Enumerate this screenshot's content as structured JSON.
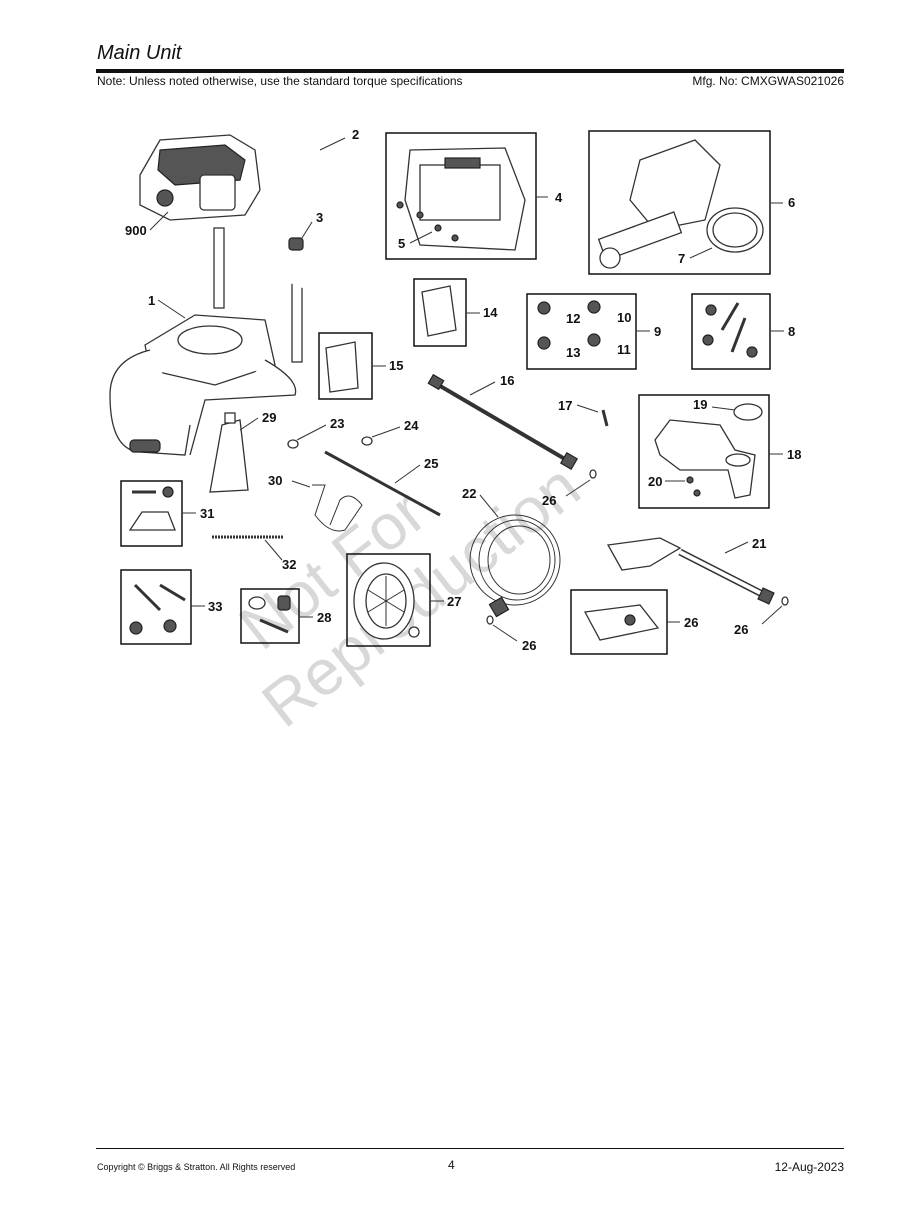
{
  "header": {
    "title": "Main Unit",
    "note": "Note: Unless noted otherwise, use the standard torque specifications",
    "mfg": "Mfg. No: CMXGWAS021026"
  },
  "watermark": {
    "line1": "Not For",
    "line2": "Reproduction"
  },
  "callouts": {
    "c900": "900",
    "c1": "1",
    "c2": "2",
    "c3": "3",
    "c4": "4",
    "c5": "5",
    "c6": "6",
    "c7": "7",
    "c8": "8",
    "c9": "9",
    "c10": "10",
    "c11": "11",
    "c12": "12",
    "c13": "13",
    "c14": "14",
    "c15": "15",
    "c16": "16",
    "c17": "17",
    "c18": "18",
    "c19": "19",
    "c20": "20",
    "c21": "21",
    "c22": "22",
    "c23": "23",
    "c24": "24",
    "c25": "25",
    "c26": "26",
    "c27": "27",
    "c28": "28",
    "c29": "29",
    "c30": "30",
    "c31": "31",
    "c32": "32",
    "c33": "33"
  },
  "footer": {
    "copyright": "Copyright ©  Briggs & Stratton. All Rights reserved",
    "page": "4",
    "date": "12-Aug-2023"
  }
}
